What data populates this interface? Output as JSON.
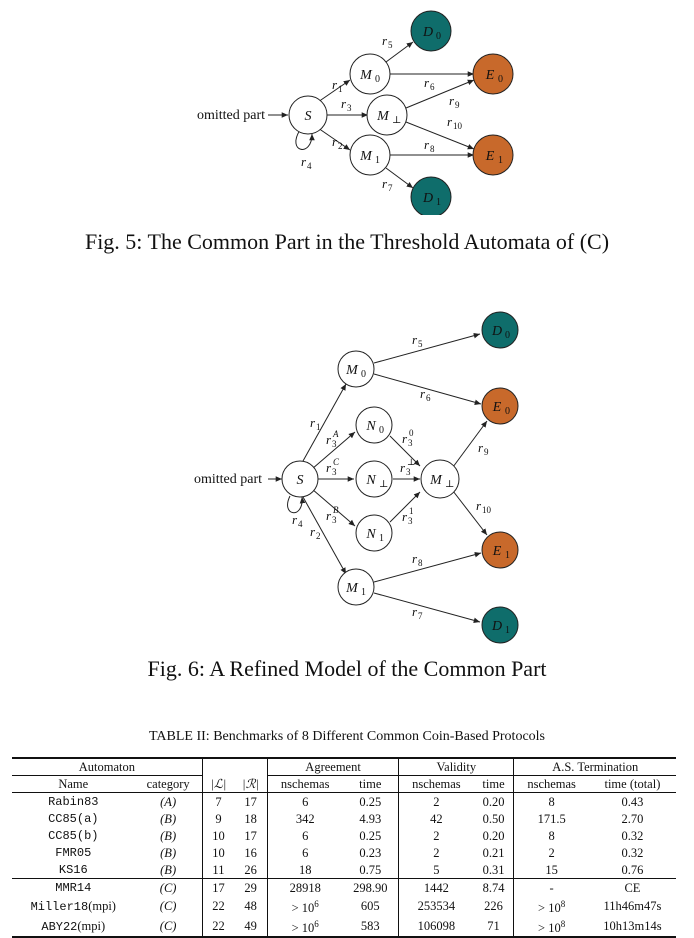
{
  "fig5": {
    "caption": "Fig. 5: The Common Part in the Threshold Automata of (C)",
    "omitted": "omitted part",
    "nodes": {
      "S": "S",
      "M0": "M",
      "M0_sub": "0",
      "Mb": "M",
      "Mb_sub": "⊥",
      "M1": "M",
      "M1_sub": "1",
      "D0": "D",
      "D0_sub": "0",
      "D1": "D",
      "D1_sub": "1",
      "E0": "E",
      "E0_sub": "0",
      "E1": "E",
      "E1_sub": "1"
    },
    "edges": {
      "r1": "1",
      "r2": "2",
      "r3": "3",
      "r4": "4",
      "r5": "5",
      "r6": "6",
      "r7": "7",
      "r8": "8",
      "r9": "9",
      "r10": "10"
    }
  },
  "fig6": {
    "caption": "Fig. 6: A Refined Model of the Common Part",
    "omitted": "omitted part",
    "nodes": {
      "S": "S",
      "M0": "M",
      "M0_sub": "0",
      "M1": "M",
      "M1_sub": "1",
      "Mb": "M",
      "Mb_sub": "⊥",
      "N0": "N",
      "N0_sub": "0",
      "Nb": "N",
      "Nb_sub": "⊥",
      "N1": "N",
      "N1_sub": "1",
      "D0": "D",
      "D0_sub": "0",
      "D1": "D",
      "D1_sub": "1",
      "E0": "E",
      "E0_sub": "0",
      "E1": "E",
      "E1_sub": "1"
    },
    "edges": {
      "r1": "1",
      "r2": "2",
      "r4": "4",
      "r5": "5",
      "r6": "6",
      "r7": "7",
      "r8": "8",
      "r9": "9",
      "r10": "10",
      "r3A_sub": "3",
      "r3A_sup": "A",
      "r3C_sub": "3",
      "r3C_sup": "C",
      "r3B_sub": "3",
      "r3B_sup": "B",
      "r30_sub": "3",
      "r30_sup": "0",
      "r3b_sub": "3",
      "r3b_sup": "⊥",
      "r31_sub": "3",
      "r31_sup": "1"
    }
  },
  "table": {
    "title": "TABLE II: Benchmarks of 8 Different Common Coin-Based Protocols",
    "groups": {
      "automaton": "Automaton",
      "agreement": "Agreement",
      "validity": "Validity",
      "termination": "A.S. Termination"
    },
    "columns": {
      "name": "Name",
      "category": "category",
      "L": "|ℒ|",
      "R": "|ℛ|",
      "ag_ns": "nschemas",
      "ag_t": "time",
      "va_ns": "nschemas",
      "va_t": "time",
      "te_ns": "nschemas",
      "te_t": "time (total)"
    },
    "rows": [
      {
        "name": "Rabin83",
        "cat": "(A)",
        "L": "7",
        "R": "17",
        "ag_ns": "6",
        "ag_t": "0.25",
        "va_ns": "2",
        "va_t": "0.20",
        "te_ns": "8",
        "te_t": "0.43"
      },
      {
        "name": "CC85(a)",
        "cat": "(B)",
        "L": "9",
        "R": "18",
        "ag_ns": "342",
        "ag_t": "4.93",
        "va_ns": "42",
        "va_t": "0.50",
        "te_ns": "171.5",
        "te_t": "2.70"
      },
      {
        "name": "CC85(b)",
        "cat": "(B)",
        "L": "10",
        "R": "17",
        "ag_ns": "6",
        "ag_t": "0.25",
        "va_ns": "2",
        "va_t": "0.20",
        "te_ns": "8",
        "te_t": "0.32"
      },
      {
        "name": "FMR05",
        "cat": "(B)",
        "L": "10",
        "R": "16",
        "ag_ns": "6",
        "ag_t": "0.23",
        "va_ns": "2",
        "va_t": "0.21",
        "te_ns": "2",
        "te_t": "0.32"
      },
      {
        "name": "KS16",
        "cat": "(B)",
        "L": "11",
        "R": "26",
        "ag_ns": "18",
        "ag_t": "0.75",
        "va_ns": "5",
        "va_t": "0.31",
        "te_ns": "15",
        "te_t": "0.76"
      },
      {
        "name": "MMR14",
        "cat": "(C)",
        "L": "17",
        "R": "29",
        "ag_ns": "28918",
        "ag_t": "298.90",
        "va_ns": "1442",
        "va_t": "8.74",
        "te_ns": "-",
        "te_t": "CE"
      },
      {
        "name": "Miller18",
        "name_suffix": "(mpi)",
        "cat": "(C)",
        "L": "22",
        "R": "48",
        "ag_ns": "> 10",
        "ag_ns_sup": "6",
        "ag_t": "605",
        "va_ns": "253534",
        "va_t": "226",
        "te_ns": "> 10",
        "te_ns_sup": "8",
        "te_t": "11h46m47s"
      },
      {
        "name": "ABY22",
        "name_suffix": "(mpi)",
        "cat": "(C)",
        "L": "22",
        "R": "49",
        "ag_ns": "> 10",
        "ag_ns_sup": "6",
        "ag_t": "583",
        "va_ns": "106098",
        "va_t": "71",
        "te_ns": "> 10",
        "te_ns_sup": "8",
        "te_t": "10h13m14s"
      }
    ]
  },
  "colors": {
    "teal": "#0f6d6b",
    "orange": "#c8692b",
    "stroke": "#222222"
  }
}
